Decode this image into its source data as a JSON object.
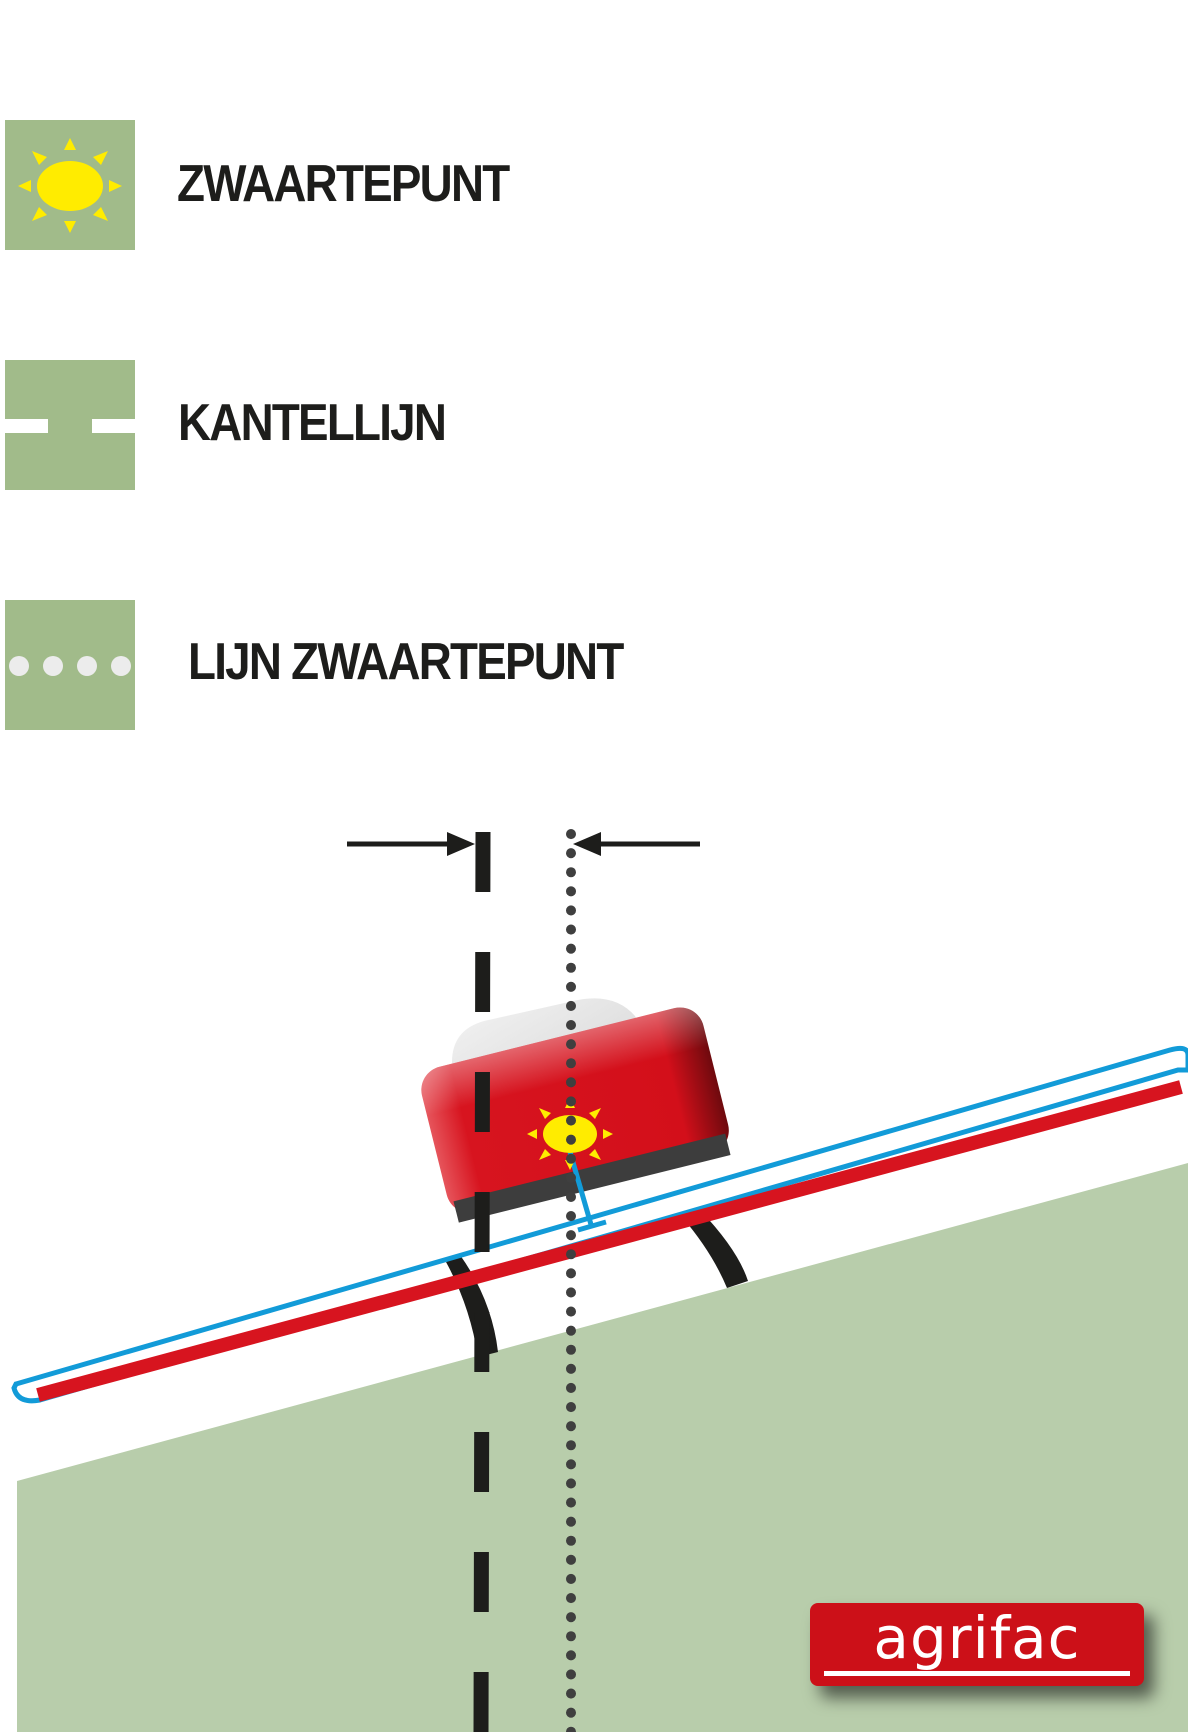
{
  "legend": {
    "items": [
      {
        "label": "ZWAARTEPUNT",
        "icon": "sun-icon"
      },
      {
        "label": "KANTELLIJN",
        "icon": "dashed-line-icon"
      },
      {
        "label": "LIJN ZWAARTEPUNT",
        "icon": "dotted-line-icon"
      }
    ]
  },
  "brand": {
    "logo_text": "agrifac"
  },
  "colors": {
    "legend_bg": "#a1bb8a",
    "ground": "#b8cdab",
    "boom_red": "#d7141f",
    "boom_blue": "#129bd8",
    "sun_yellow": "#ffec00",
    "text": "#1d1d1b",
    "brand_red": "#cc1018"
  }
}
